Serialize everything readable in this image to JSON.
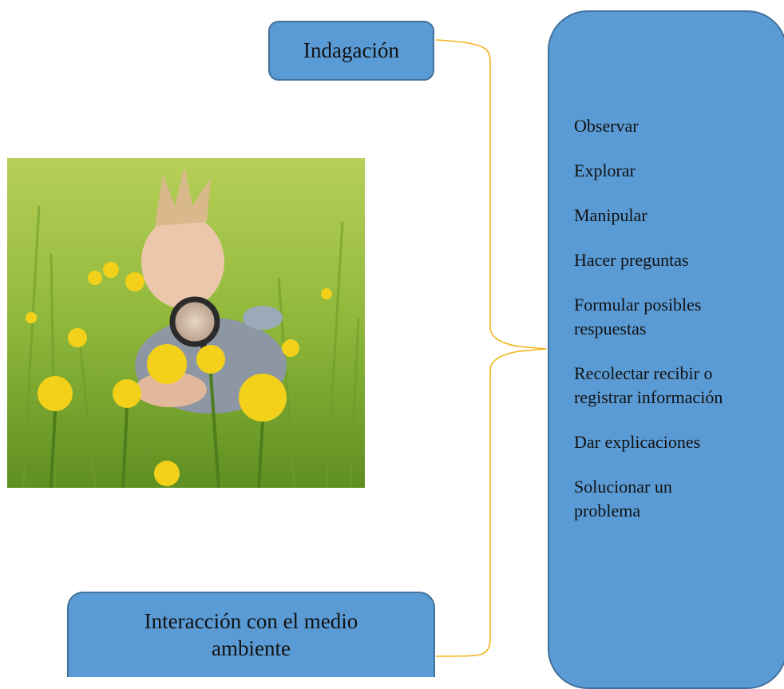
{
  "diagram": {
    "top_box": "Indagación",
    "bottom_box": "Interacción con el medio ambiente",
    "connector_color": "#f4b41a",
    "box_color": "#5b9bd5",
    "activities": [
      "Observar",
      "Explorar",
      "Manipular",
      "Hacer preguntas",
      "Formular posibles respuestas",
      "Recolectar recibir o registrar información",
      "Dar explicaciones",
      "Solucionar un problema"
    ]
  },
  "image": {
    "subject": "child with magnifying glass in field of dandelions"
  }
}
